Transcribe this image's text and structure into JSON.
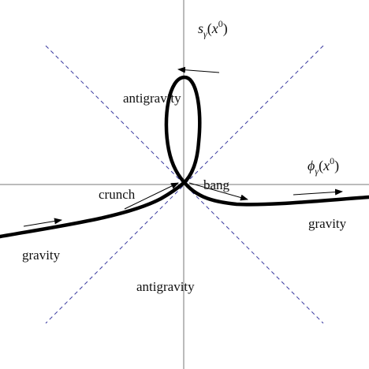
{
  "axes": {
    "vertical_label": {
      "base": "s",
      "sub": "γ",
      "arg_base": "x",
      "arg_sup": "0"
    },
    "horizontal_label": {
      "base": "ϕ",
      "sub": "γ",
      "arg_base": "x",
      "arg_sup": "0"
    }
  },
  "regions": {
    "antigravity_top": "antigravity",
    "antigravity_bottom": "antigravity",
    "gravity_left": "gravity",
    "gravity_right": "gravity"
  },
  "events": {
    "crunch": "crunch",
    "bang": "bang"
  },
  "colors": {
    "curve": "#000000",
    "axes": "#777777",
    "lightcone": "#3a3aa0"
  }
}
